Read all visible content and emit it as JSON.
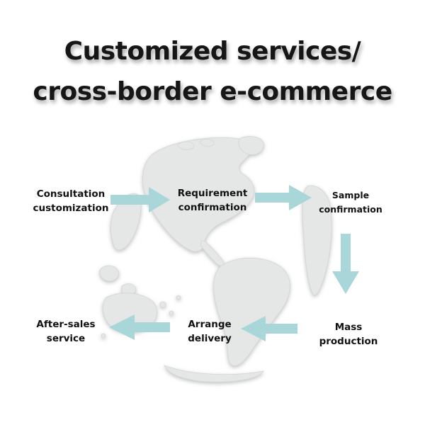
{
  "title": {
    "line1": "Customized services/",
    "line2": "cross-border e-commerce"
  },
  "steps": [
    {
      "line1": "Consultation",
      "line2": "customization"
    },
    {
      "line1": "Requirement",
      "line2": "confirmation"
    },
    {
      "line1": "Sample",
      "line2": "confirmation"
    },
    {
      "line1": "Mass",
      "line2": "production"
    },
    {
      "line1": "Arrange",
      "line2": "delivery"
    },
    {
      "line1": "After-sales",
      "line2": "service"
    }
  ],
  "colors": {
    "globe": "#e4e7e5",
    "globe_shadow": "#bfc3c1",
    "arrow": "#a9d6d8",
    "title": "#161616"
  }
}
